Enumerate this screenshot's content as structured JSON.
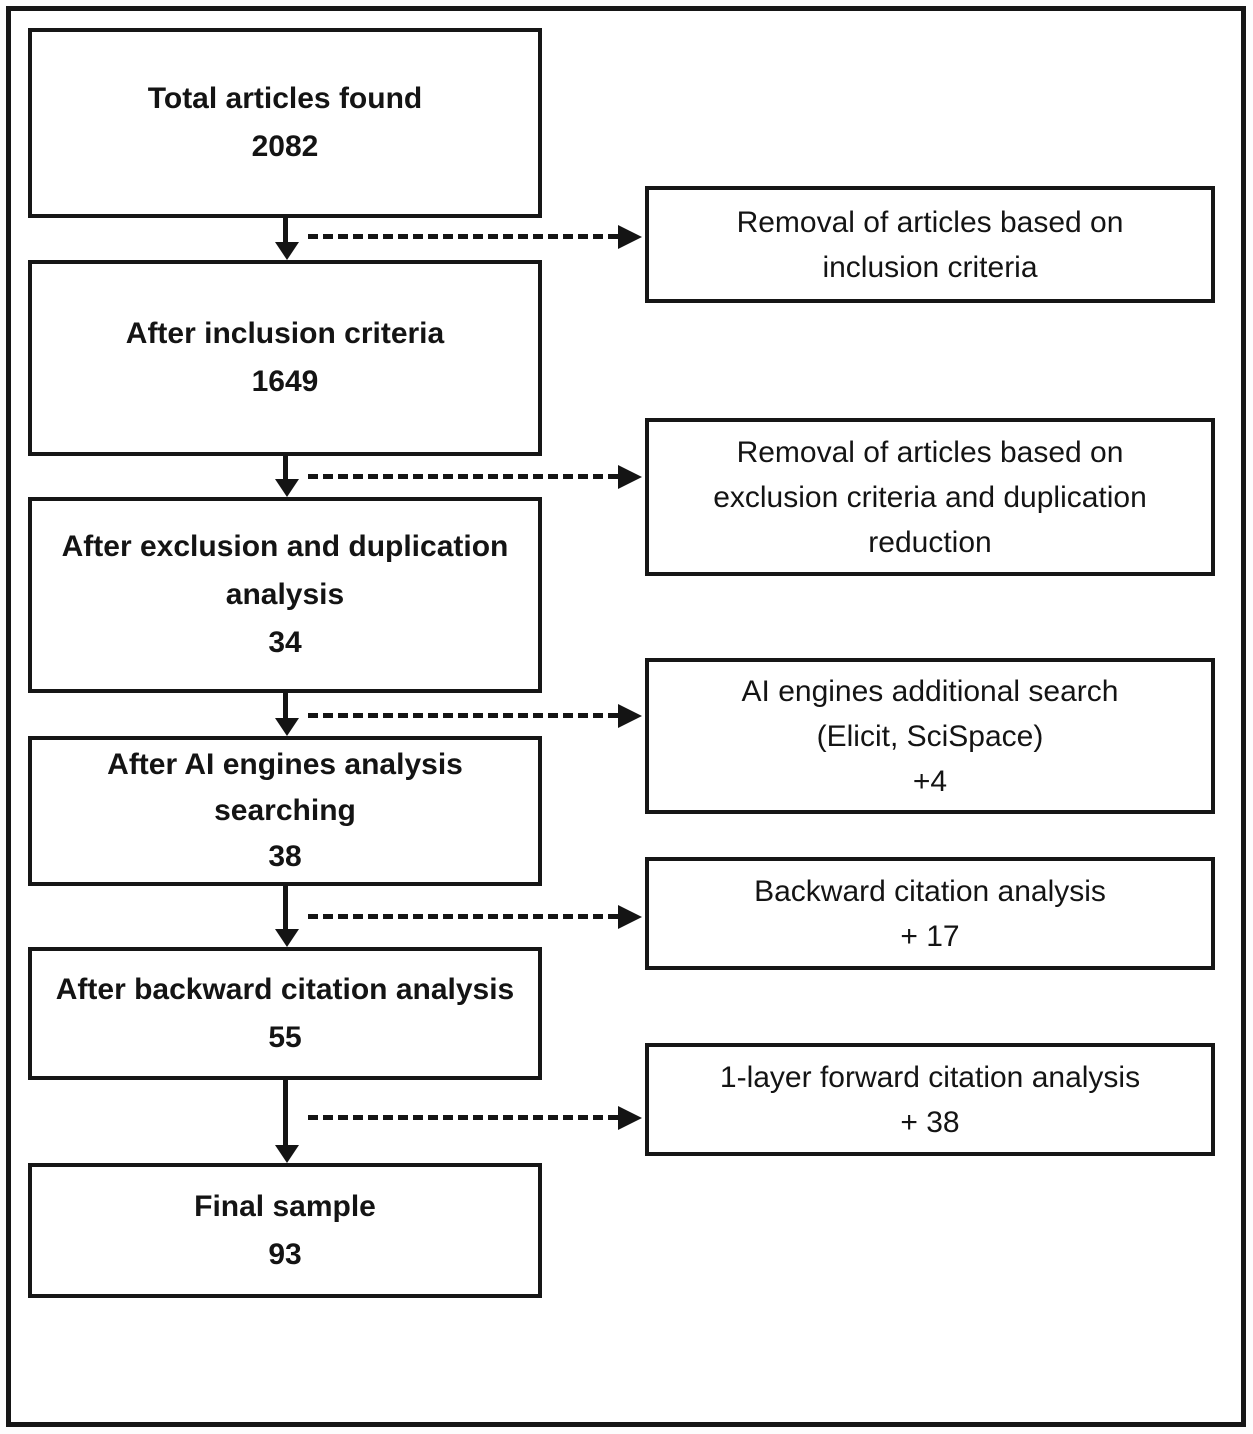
{
  "colors": {
    "line": "#161616",
    "text": "#141414",
    "background": "#ffffff"
  },
  "flow": {
    "stages": [
      {
        "name": "total-articles-found",
        "lines": [
          "Total articles found",
          "2082"
        ]
      },
      {
        "name": "after-inclusion-criteria",
        "lines": [
          "After inclusion criteria",
          "1649"
        ]
      },
      {
        "name": "after-exclusion-duplication",
        "lines": [
          "After exclusion and duplication",
          "analysis",
          "34"
        ]
      },
      {
        "name": "after-ai-engines-search",
        "lines": [
          "After AI engines analysis",
          "searching",
          "38"
        ]
      },
      {
        "name": "after-backward-citation",
        "lines": [
          "After backward citation analysis",
          "55"
        ]
      },
      {
        "name": "final-sample",
        "lines": [
          "Final sample",
          "93"
        ]
      }
    ],
    "side_notes": [
      {
        "name": "removal-inclusion",
        "lines": [
          "Removal of articles based on",
          "inclusion criteria"
        ]
      },
      {
        "name": "removal-exclusion",
        "lines": [
          "Removal of articles based on",
          "exclusion criteria and duplication",
          "reduction"
        ]
      },
      {
        "name": "ai-engines-additional",
        "lines": [
          "AI engines additional search",
          "(Elicit, SciSpace)",
          "+4"
        ]
      },
      {
        "name": "backward-citation",
        "lines": [
          "Backward citation analysis",
          "+ 17"
        ]
      },
      {
        "name": "forward-citation",
        "lines": [
          "1-layer forward citation analysis",
          "+ 38"
        ]
      }
    ]
  }
}
